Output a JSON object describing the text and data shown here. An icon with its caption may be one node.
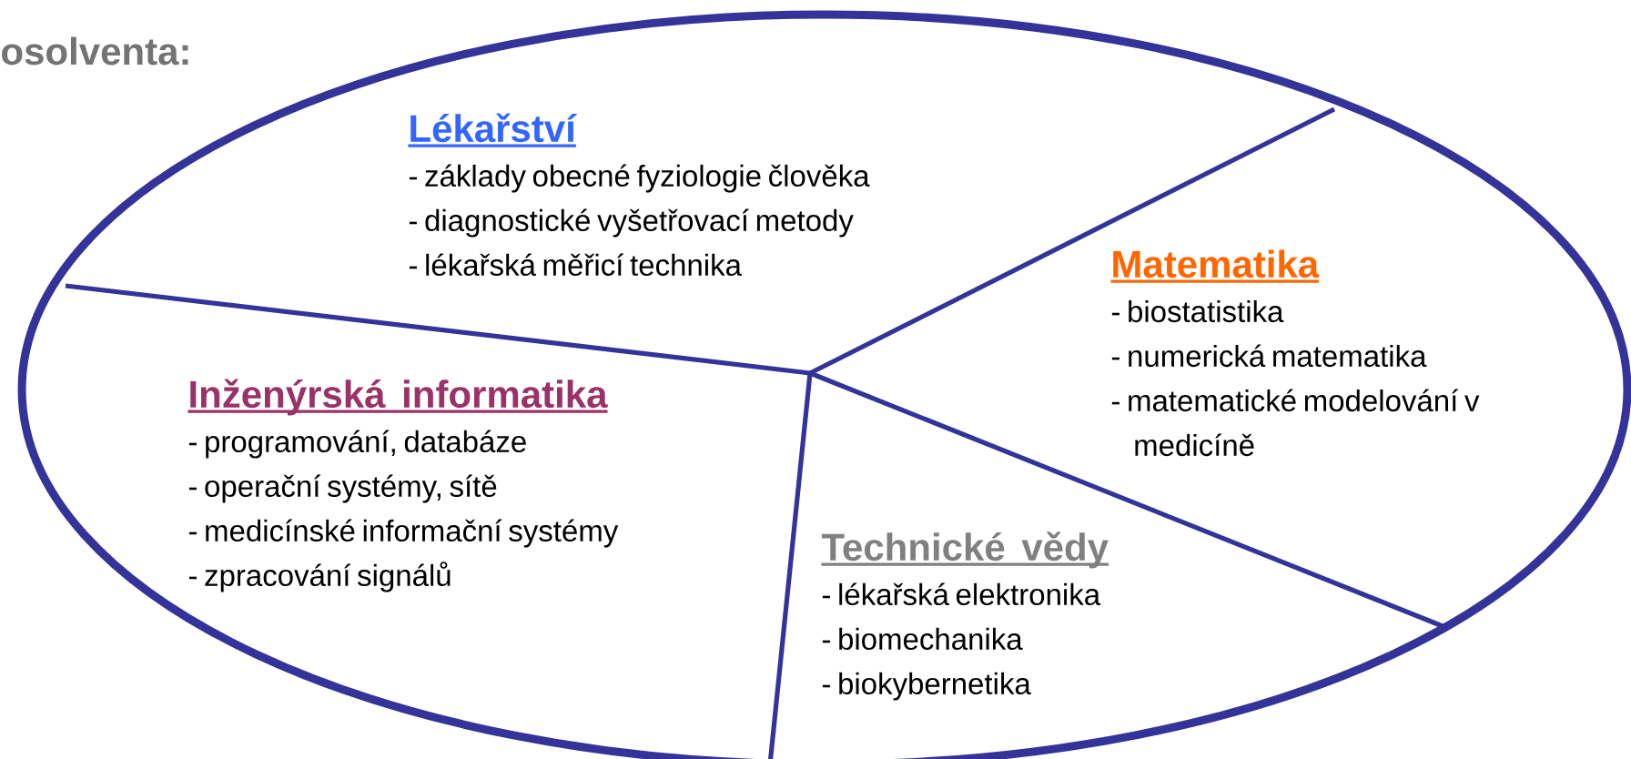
{
  "diagram": {
    "nodes": [
      {
        "text": [],
        "shape": "ellipse"
      },
      {
        "text": [
          "Lékařství",
          "- základy obecné fyziologie člověka",
          "- diagnostické vyšetřovací metody",
          "- lékařská měřicí technika"
        ],
        "in": 0
      },
      {
        "text": [
          "Matematika",
          "- biostatistika",
          "- numerická matematika",
          "- matematické modelování v medicíně"
        ],
        "in": 0
      },
      {
        "text": [
          "Inženýrská informatika",
          "- programování, databáze",
          "- operační systémy, sítě",
          "- medicínské informační systémy",
          "- zpracování signálů"
        ],
        "in": 0
      },
      {
        "text": [
          "Technické vědy",
          "- lékařská elektronika",
          "- biomechanika",
          "- biokybernetika"
        ],
        "in": 0
      }
    ],
    "labels": [
      "osolventa:"
    ]
  }
}
